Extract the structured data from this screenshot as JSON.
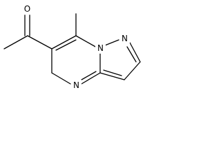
{
  "molecule": {
    "atoms": {
      "carbonyl_oxygen": "O",
      "bridgehead_nitrogen": "N",
      "pyrazole_nitrogen": "N",
      "pyrimidine_nitrogen": "N"
    },
    "colors": {
      "bond": "#000000",
      "label": "#000000",
      "background": "#ffffff"
    }
  }
}
